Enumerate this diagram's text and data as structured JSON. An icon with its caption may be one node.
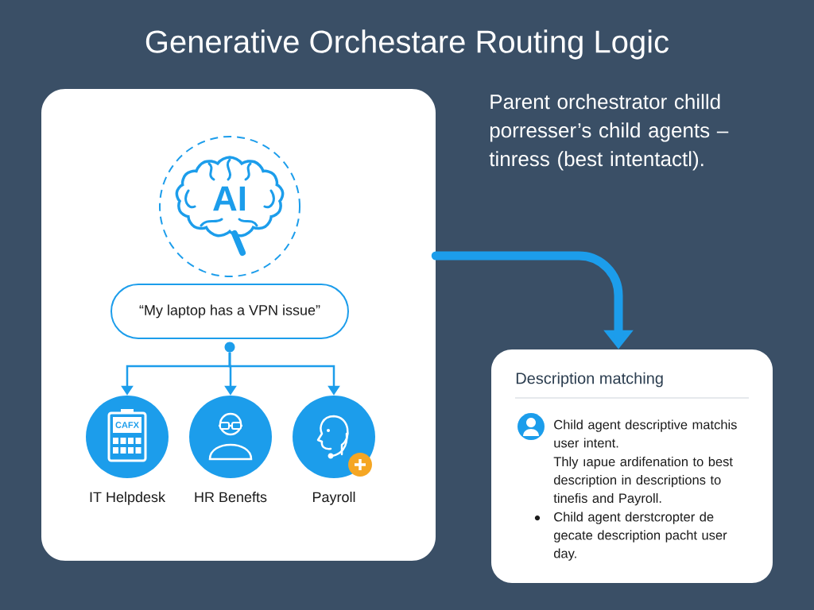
{
  "diagram": {
    "title": "Generative Orchestare Routing Logic",
    "nodes": [
      {
        "text": [],
        "shape": "box"
      },
      {
        "text": [
          "AI"
        ],
        "in": 0
      },
      {
        "text": [
          "“My laptop has a VPN issue”"
        ],
        "in": 0
      },
      {
        "text": [],
        "shape": "circle",
        "in": 0
      },
      {
        "text": [
          "CAFX",
          "IT Helpdesk"
        ],
        "in": 0
      },
      {
        "text": [
          "HR Benefts"
        ],
        "in": 0
      },
      {
        "text": [
          "Payroll"
        ],
        "in": 0
      },
      {
        "text": [
          "Description matching",
          "Child agent descriptive matchis user intent.",
          "Thly ıapue ardifenation to best description in descriptions to tinefis and Payroll.",
          "Child agent derstcropter de gecate description pacht user day."
        ]
      }
    ],
    "edges": [
      {
        "from": 3,
        "to": 4,
        "arrow": "to"
      },
      {
        "from": 3,
        "to": 5,
        "arrow": "to"
      },
      {
        "from": 3,
        "to": 6,
        "arrow": "to"
      },
      {
        "from": 0,
        "to": 7,
        "arrow": "to",
        "style": "thick"
      }
    ],
    "labels": [
      "Parent orchestrator chilld porresser’s child agents – tinress (best intentactl)."
    ]
  }
}
